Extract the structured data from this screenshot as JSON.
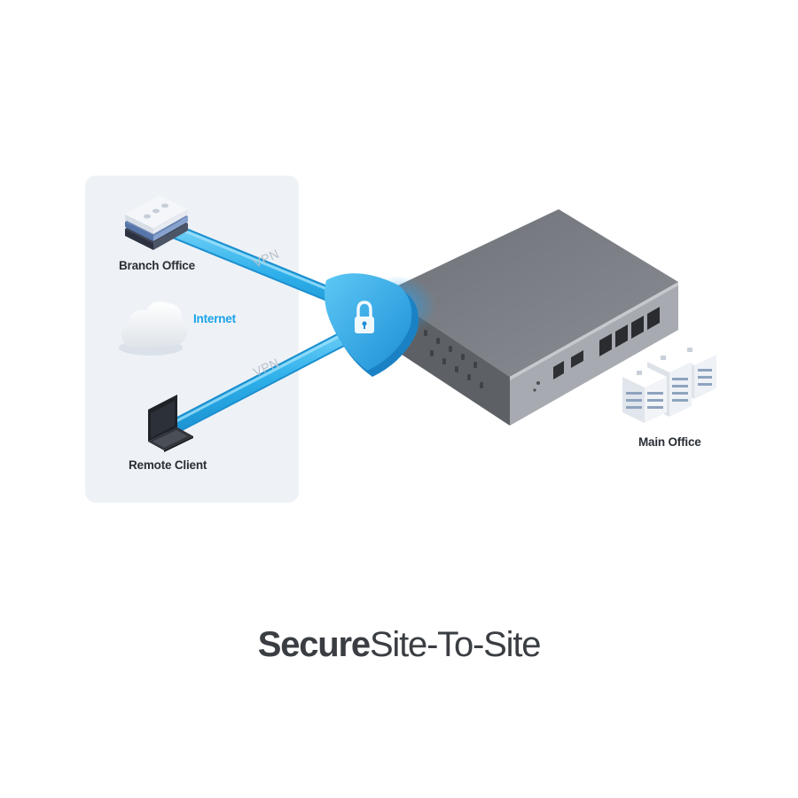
{
  "diagram": {
    "nodes": {
      "branch_office": "Branch Office",
      "internet": "Internet",
      "remote_client": "Remote Client",
      "main_office": "Main Office"
    },
    "links": [
      {
        "from": "branch_office",
        "to": "main_office",
        "label": "VPN"
      },
      {
        "from": "remote_client",
        "to": "main_office",
        "label": "VPN"
      }
    ]
  },
  "caption": {
    "bold": "Secure",
    "light": "Site-To-Site"
  },
  "colors": {
    "tunnel": "#35b4ec",
    "accent_text": "#1aa3e8",
    "panel_bg": "#eef2f7",
    "router_top": "#7d8187",
    "router_front": "#a9adb3"
  },
  "icons": [
    "branch-router-icon",
    "cloud-icon",
    "laptop-icon",
    "lock-shield-icon",
    "router-device",
    "office-buildings-icon"
  ]
}
